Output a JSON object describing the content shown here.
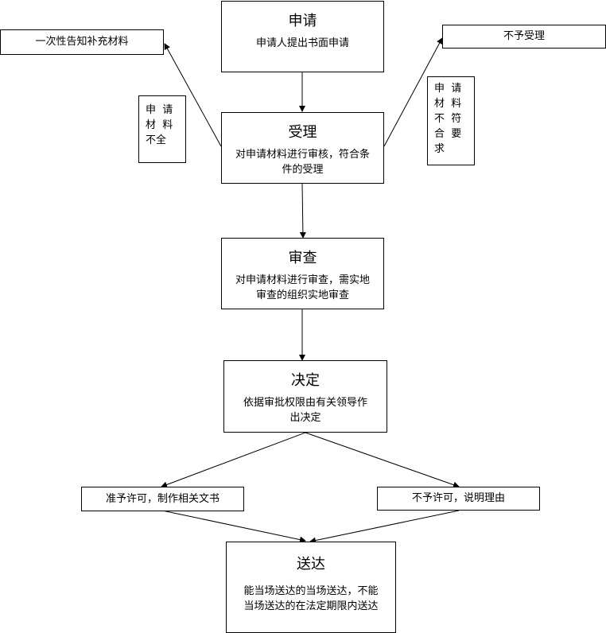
{
  "nodes": {
    "apply": {
      "title": "申请",
      "desc": "申请人提出书面申请"
    },
    "accept": {
      "title": "受理",
      "desc_lines": [
        "对申请材料进行审核，符合条",
        "件的受理"
      ]
    },
    "review": {
      "title": "审查",
      "desc_lines": [
        "对申请材料进行审查，需实地",
        "审查的组织实地审查"
      ]
    },
    "decide": {
      "title": "决定",
      "desc_lines": [
        "依据审批权限由有关领导作",
        "出决定"
      ]
    },
    "deliver": {
      "title": "送达",
      "desc_lines": [
        "能当场送达的当场送达，不能",
        "当场送达的在法定期限内送达"
      ]
    }
  },
  "side": {
    "notify": "一次性告知补充材料",
    "reject_accept": "不予受理",
    "grant": "准予许可，制作相关文书",
    "deny": "不予许可，说明理由"
  },
  "notes": {
    "incomplete_lines": [
      "申  请",
      "材  料",
      "不全"
    ],
    "nonconform_lines": [
      "申  请",
      "材  料",
      "不  符",
      "合  要",
      "求"
    ]
  }
}
